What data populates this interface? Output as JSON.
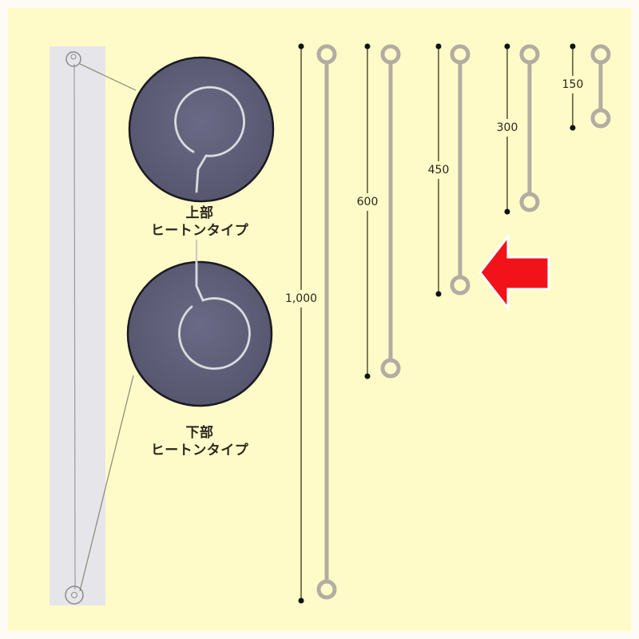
{
  "callouts": {
    "top": {
      "line1": "上部",
      "line2": "ヒートンタイプ"
    },
    "bottom": {
      "line1": "下部",
      "line2": "ヒートンタイプ"
    }
  },
  "hangers": [
    {
      "length_label": "1,000"
    },
    {
      "length_label": "600"
    },
    {
      "length_label": "450"
    },
    {
      "length_label": "300"
    },
    {
      "length_label": "150"
    }
  ],
  "highlight": {
    "target": "450",
    "color": "#f2121a"
  },
  "colors": {
    "background": "#fffbc8",
    "strip": "#e6e5ea",
    "wire": "#b3aca2",
    "dimension_line": "#807a52",
    "circle_bg": "#5d5d78"
  }
}
